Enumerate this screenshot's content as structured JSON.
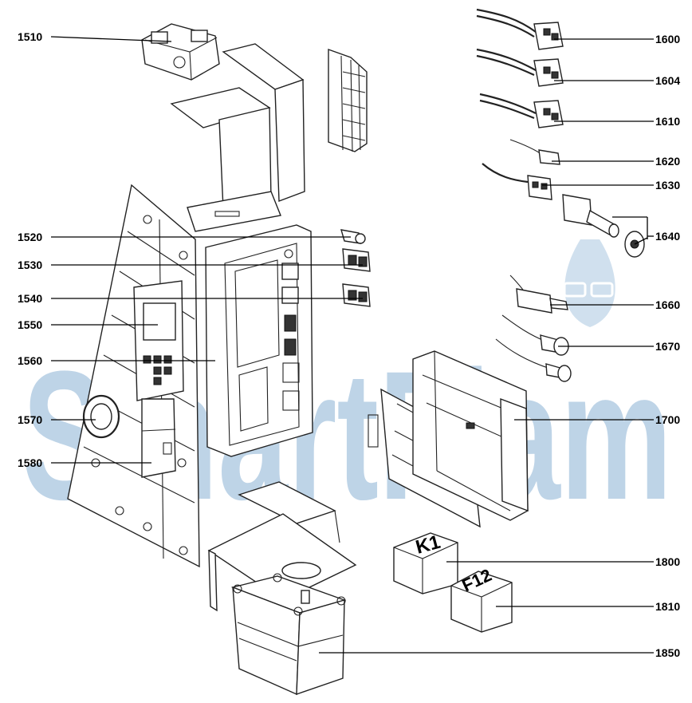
{
  "watermark": {
    "text": "SmartFlam",
    "color": "#a9c6e0"
  },
  "callouts": [
    {
      "id": "1510",
      "label": "1510"
    },
    {
      "id": "1520",
      "label": "1520"
    },
    {
      "id": "1530",
      "label": "1530"
    },
    {
      "id": "1540",
      "label": "1540"
    },
    {
      "id": "1550",
      "label": "1550"
    },
    {
      "id": "1560",
      "label": "1560"
    },
    {
      "id": "1570",
      "label": "1570"
    },
    {
      "id": "1580",
      "label": "1580"
    },
    {
      "id": "1600",
      "label": "1600"
    },
    {
      "id": "1604",
      "label": "1604"
    },
    {
      "id": "1610",
      "label": "1610"
    },
    {
      "id": "1620",
      "label": "1620"
    },
    {
      "id": "1630",
      "label": "1630"
    },
    {
      "id": "1640",
      "label": "1640"
    },
    {
      "id": "1660",
      "label": "1660"
    },
    {
      "id": "1670",
      "label": "1670"
    },
    {
      "id": "1700",
      "label": "1700"
    },
    {
      "id": "1800",
      "label": "1800"
    },
    {
      "id": "1810",
      "label": "1810"
    },
    {
      "id": "1850",
      "label": "1850"
    }
  ],
  "part_marks": {
    "relay": "K1",
    "fuse": "F12"
  }
}
